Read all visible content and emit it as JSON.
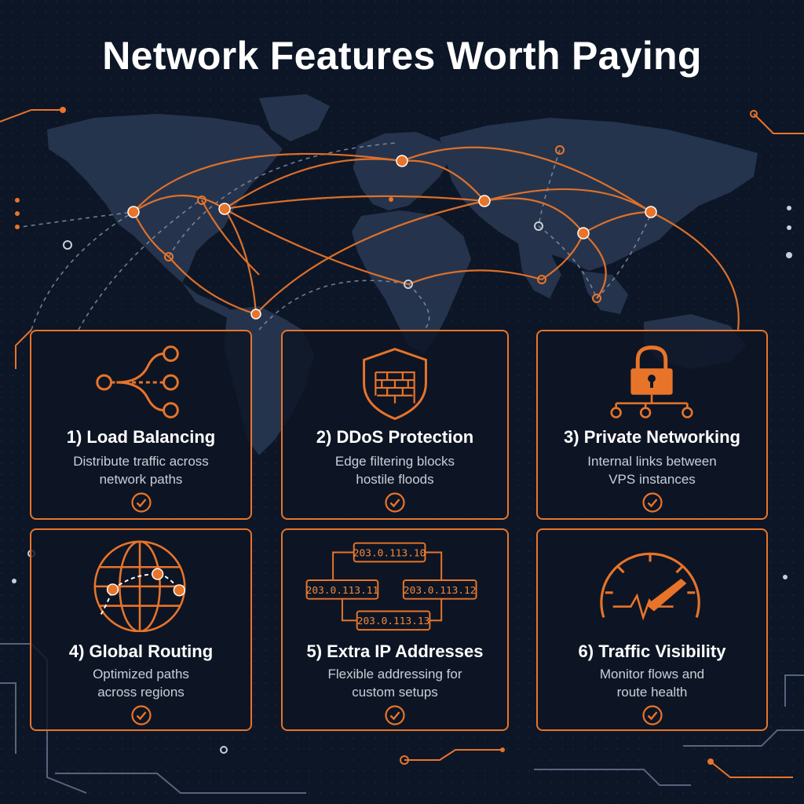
{
  "title": "Network Features Worth Paying",
  "colors": {
    "accent": "#e8742a",
    "background": "#0d1626",
    "map": "#2a3a55"
  },
  "cards": [
    {
      "title": "1) Load Balancing",
      "desc": [
        "Distribute traffic across",
        "network paths"
      ],
      "icon": "load-balancer-icon"
    },
    {
      "title": "2) DDoS Protection",
      "desc": [
        "Edge filtering blocks",
        "hostile floods"
      ],
      "icon": "shield-firewall-icon"
    },
    {
      "title": "3) Private Networking",
      "desc": [
        "Internal links between",
        "VPS instances"
      ],
      "icon": "padlock-network-icon"
    },
    {
      "title": "4) Global Routing",
      "desc": [
        "Optimized paths",
        "across regions"
      ],
      "icon": "globe-route-icon"
    },
    {
      "title": "5) Extra IP Addresses",
      "desc": [
        "Flexible addressing for",
        "custom setups"
      ],
      "icon": "ip-blocks-icon",
      "ips": [
        "203.0.113.10",
        "203.0.113.11",
        "203.0.113.12",
        "203.0.113.13"
      ]
    },
    {
      "title": "6) Traffic Visibility",
      "desc": [
        "Monitor flows and",
        "route health"
      ],
      "icon": "gauge-monitor-icon"
    }
  ]
}
